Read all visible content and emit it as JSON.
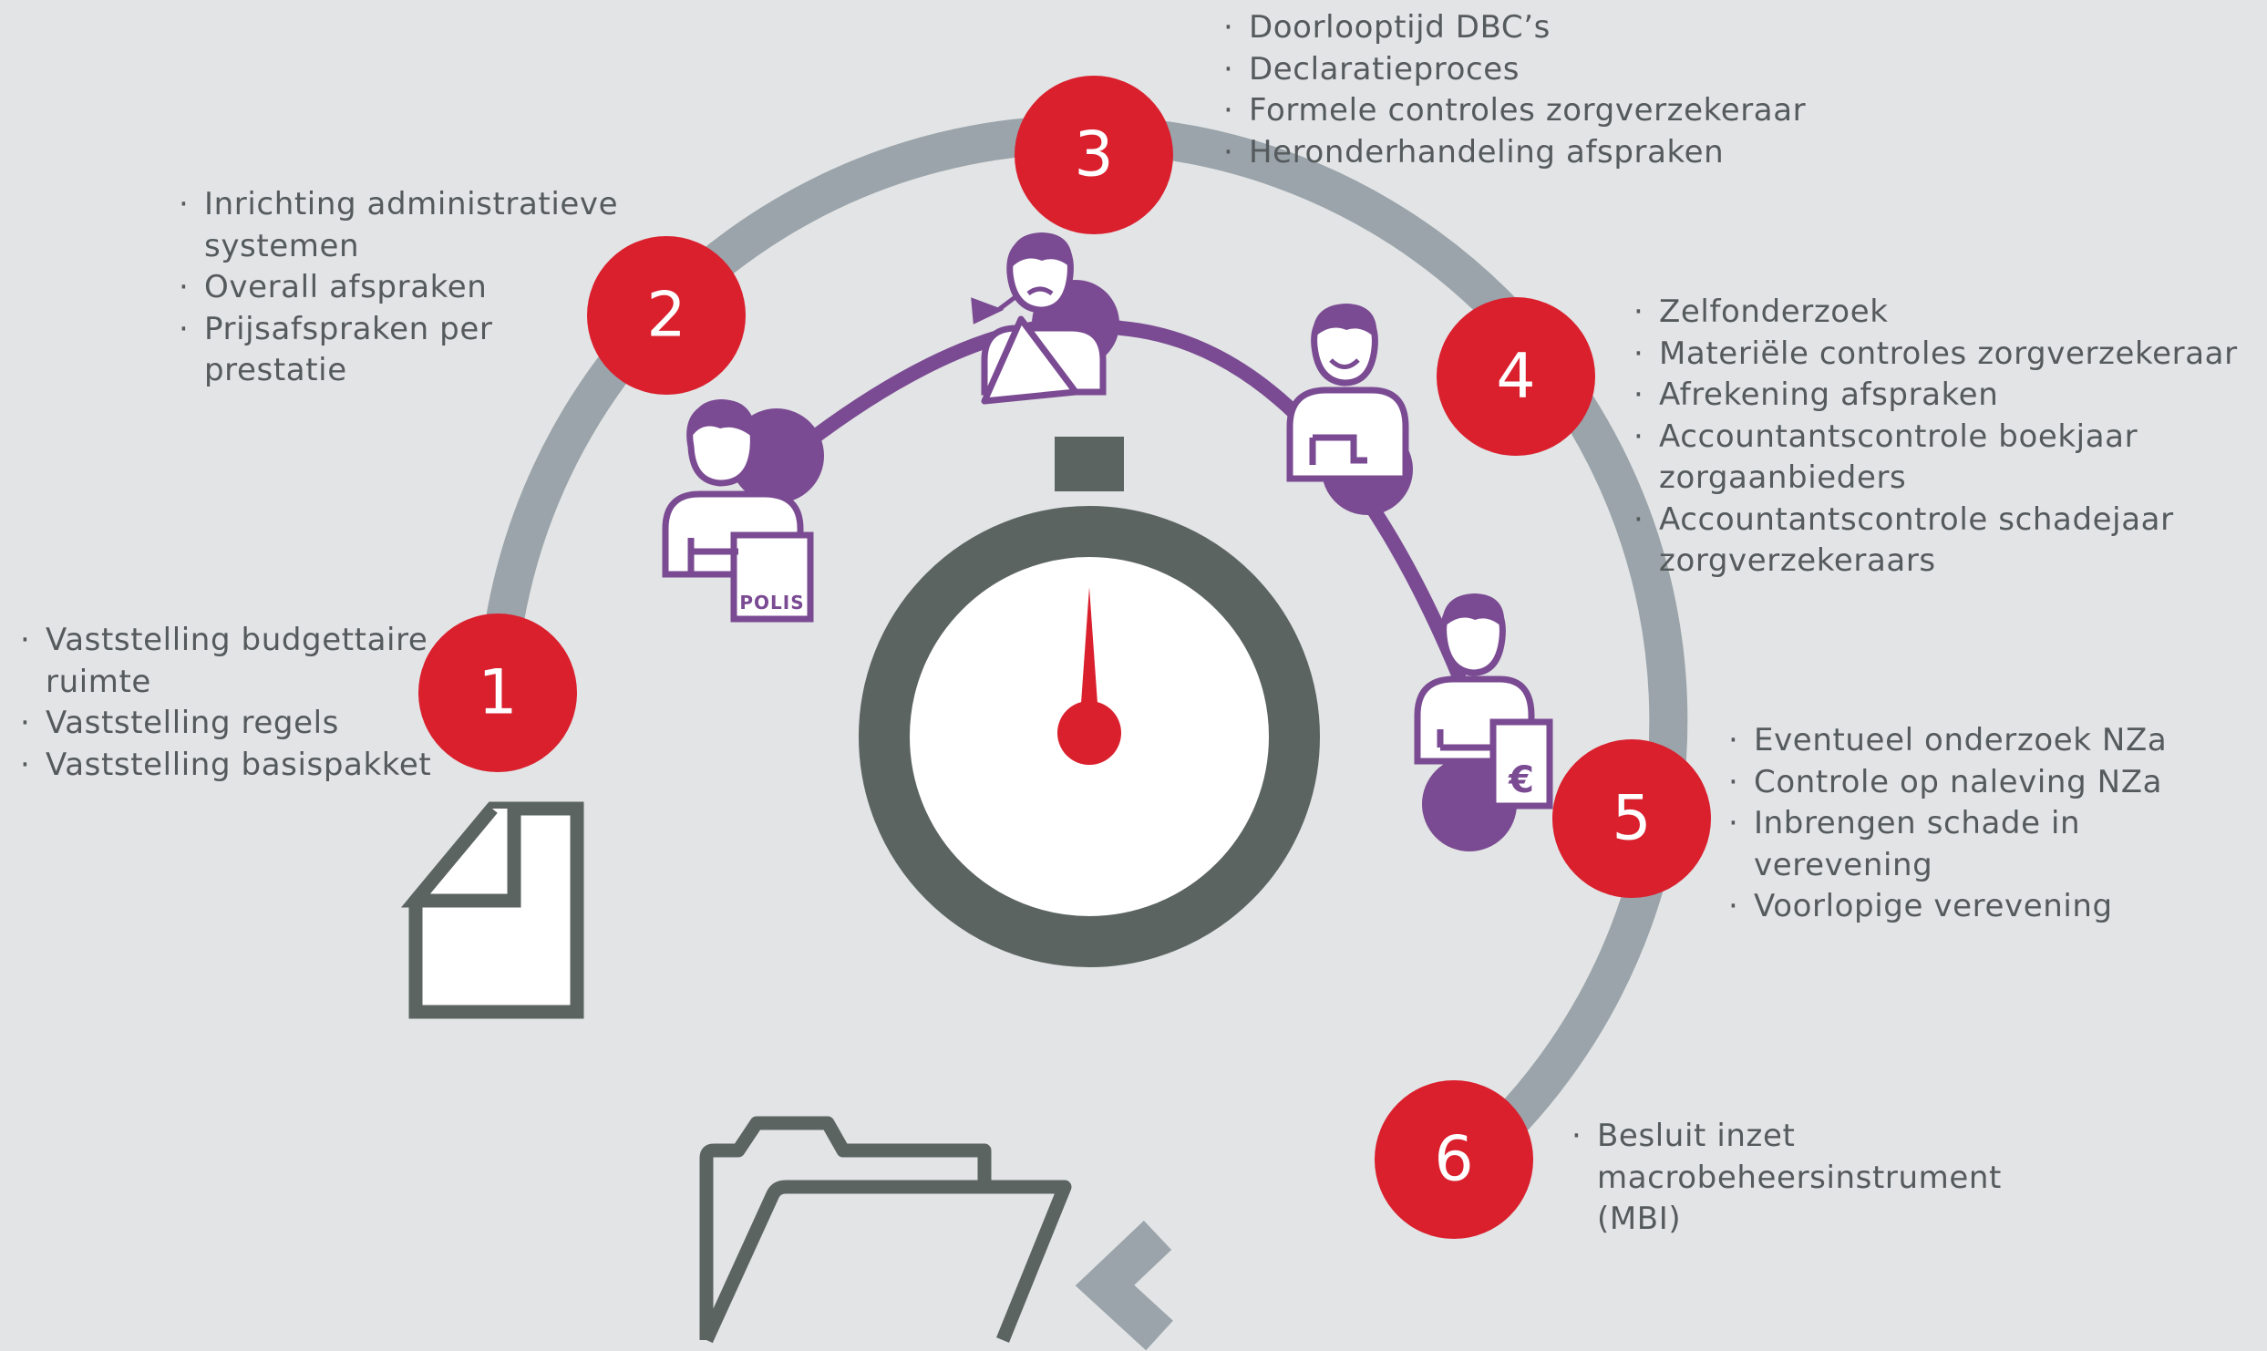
{
  "steps": [
    {
      "number": "1",
      "items": [
        "Vaststelling budgettaire ruimte",
        "Vaststelling regels",
        "Vaststelling basispakket"
      ]
    },
    {
      "number": "2",
      "items": [
        "Inrichting administratieve systemen",
        "Overall afspraken",
        "Prijsafspraken per prestatie"
      ]
    },
    {
      "number": "3",
      "items": [
        "Doorlooptijd DBC’s",
        "Declaratieproces",
        "Formele controles zorgverzekeraar",
        "Heronderhandeling afspraken"
      ]
    },
    {
      "number": "4",
      "items": [
        "Zelfonderzoek",
        "Materiële controles zorgverzekeraar",
        "Afrekening afspraken",
        "Accountantscontrole boekjaar zorgaanbieders",
        "Accountantscontrole schadejaar zorgverzekeraars"
      ]
    },
    {
      "number": "5",
      "items": [
        "Eventueel onderzoek NZa",
        "Controle op naleving NZa",
        "Inbrengen schade in verevening",
        "Voorlopige verevening"
      ]
    },
    {
      "number": "6",
      "items": [
        "Besluit inzet macrobeheersinstrument (MBI)"
      ]
    }
  ],
  "icon_labels": {
    "polis": "POLIS",
    "euro": "€"
  },
  "icons": [
    "document-icon",
    "folder-icon",
    "stopwatch-icon",
    "person-polis-icon",
    "person-sling-icon",
    "person-smile-icon",
    "person-euro-icon"
  ],
  "colors": {
    "background": "#e2e4e5",
    "step_red": "#da1f2d",
    "arc_grey": "#9aa4aa",
    "purple": "#7a4a92",
    "dark_grey": "#5c6461",
    "text": "#555a5c"
  }
}
